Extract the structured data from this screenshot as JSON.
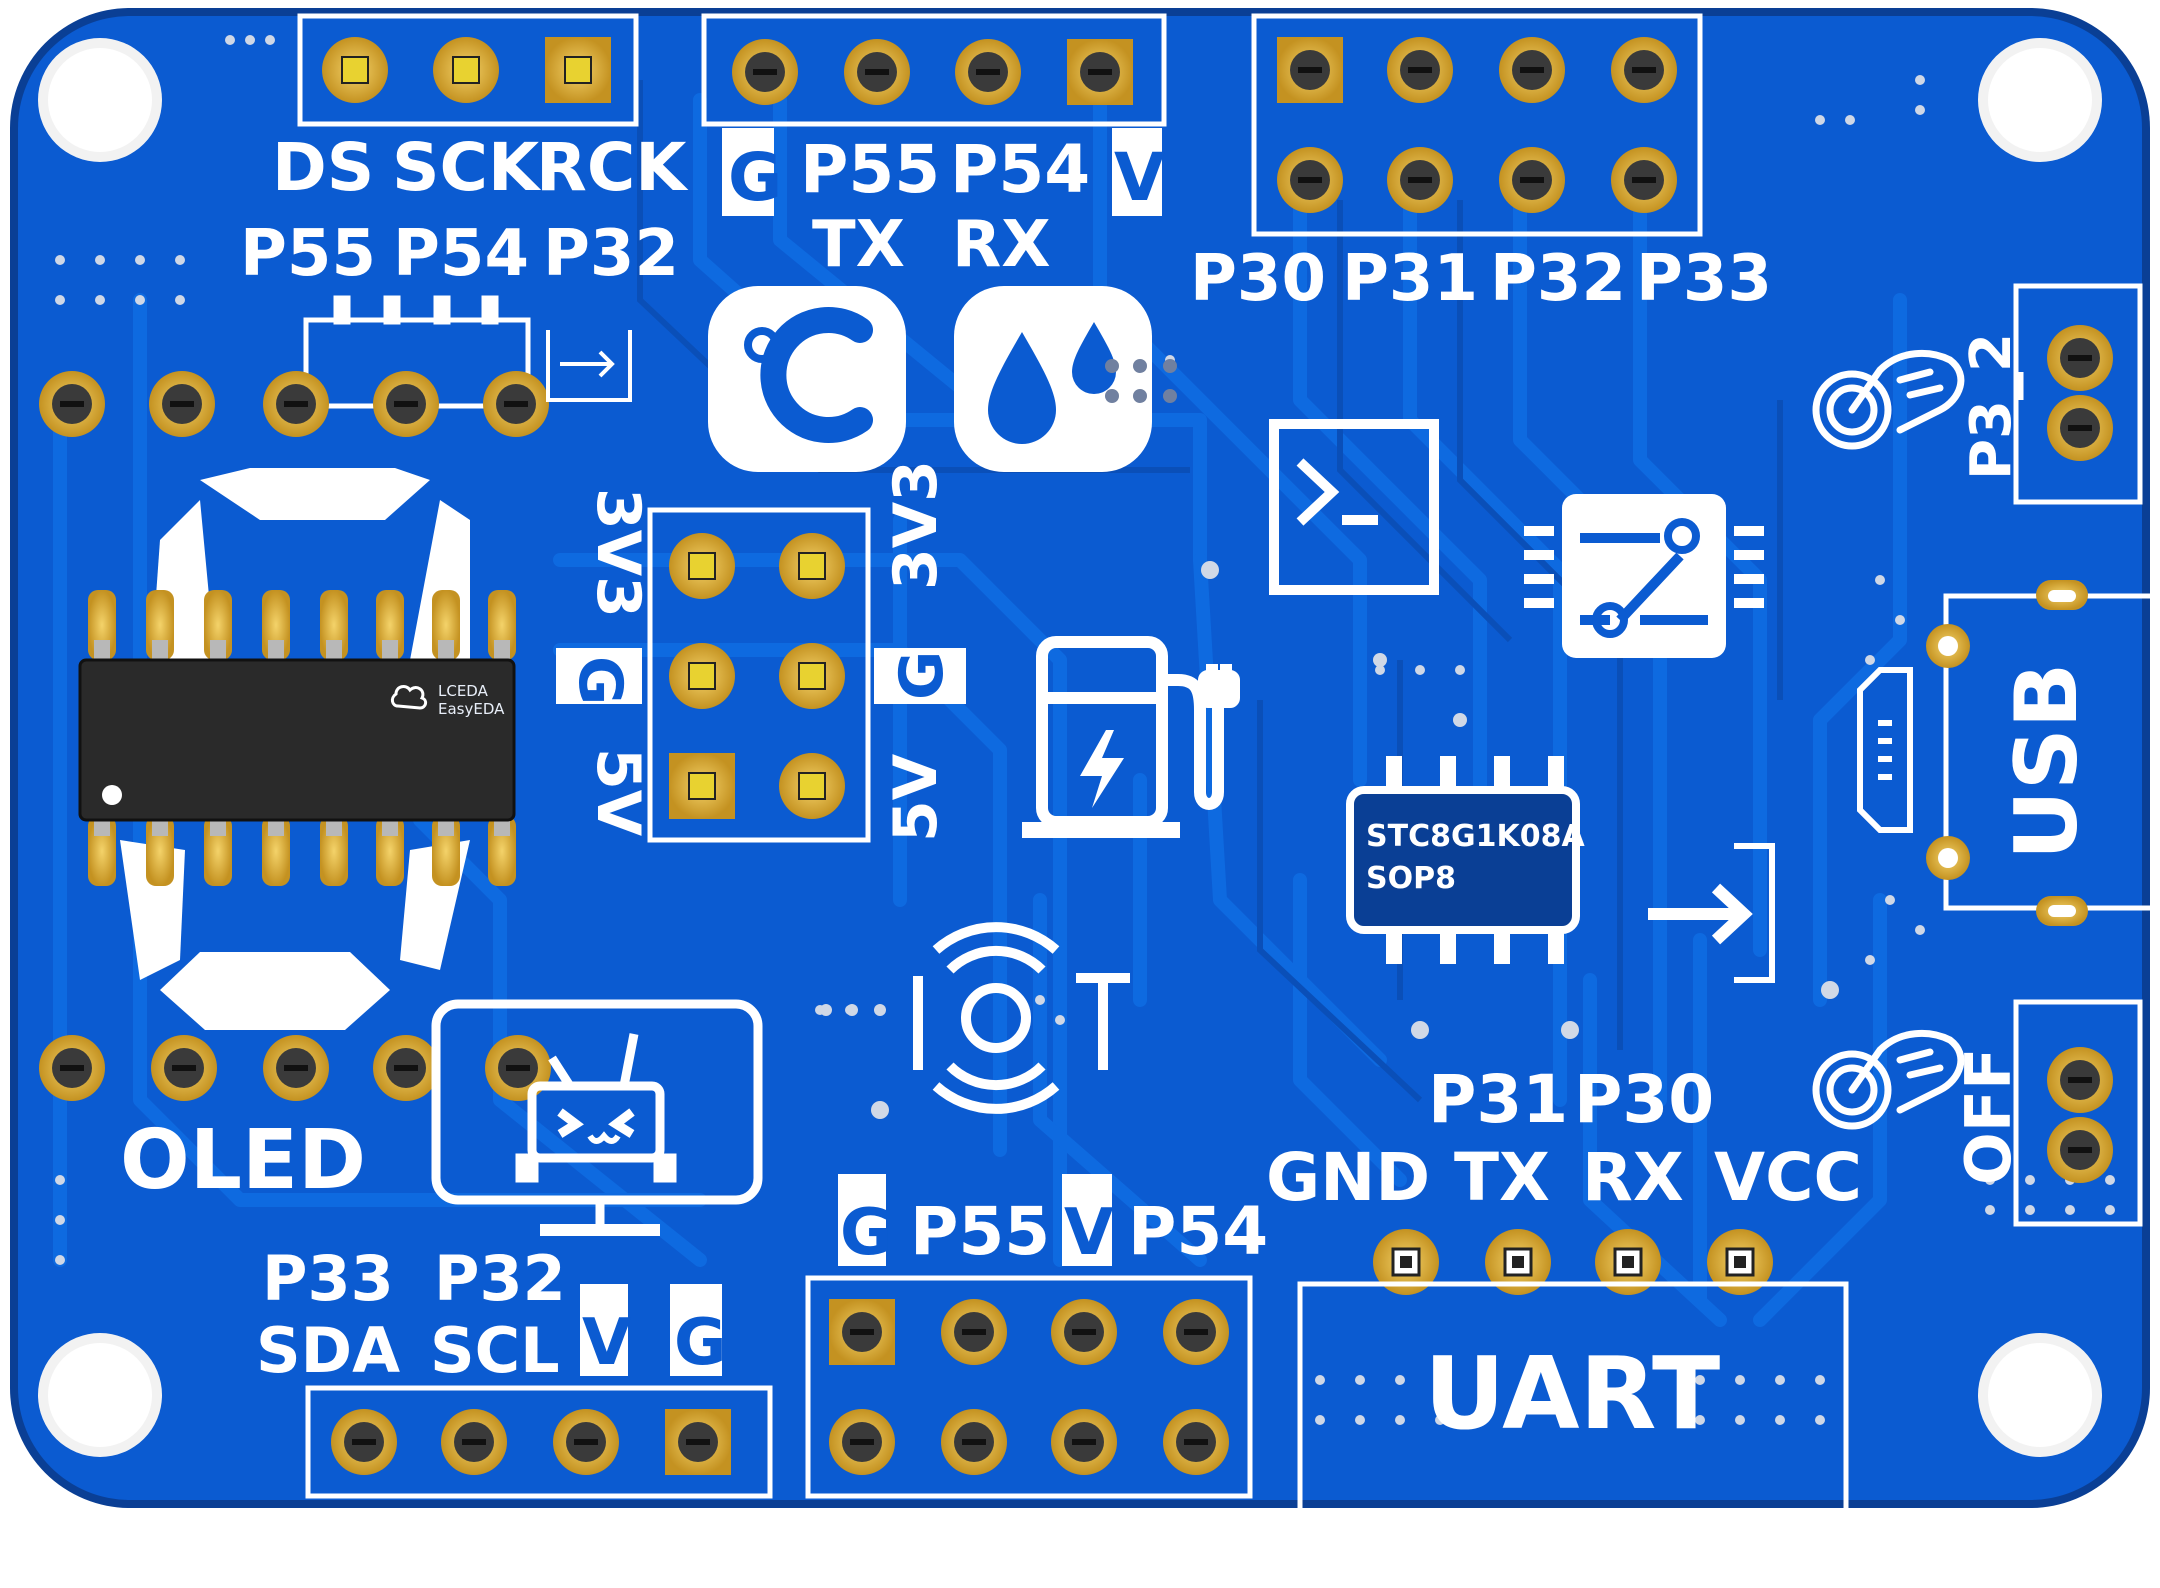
{
  "board": {
    "colors": {
      "pcb": "#0b5bd1",
      "pcb_dark": "#0a3f95",
      "trace": "#0e6ae0",
      "silk": "#ffffff",
      "gold": "#d9a928",
      "pad_yellow": "#e8d230",
      "chip": "#2a2a2a"
    },
    "labels": {
      "ds": "DS",
      "sck": "SCK",
      "rck": "RCK",
      "top_p55": "P55",
      "top_p54": "P54",
      "top_p32": "P32",
      "uart_g": "G",
      "uart_p55": "P55",
      "uart_p54": "P54",
      "uart_v": "V",
      "tx": "TX",
      "rx": "RX",
      "p30": "P30",
      "p31": "P31",
      "p32": "P32",
      "p33": "P33",
      "p3_2": "P3_2",
      "usb": "USB",
      "off": "OFF",
      "oled": "OLED",
      "left_3v3": "3V3",
      "left_g": "G",
      "left_5v": "5V",
      "right_3v3": "3V3",
      "right_g": "G",
      "right_5v": "5V",
      "chip_line1": "STC8G1K08A",
      "chip_line2": "SOP8",
      "lceda_1": "LCEDA",
      "lceda_2": "EasyEDA",
      "i2c_p33": "P33",
      "i2c_p32": "P32",
      "sda": "SDA",
      "scl": "SCL",
      "i2c_v": "V",
      "i2c_g": "G",
      "bot_g": "G",
      "bot_p55": "P55",
      "bot_v": "V",
      "bot_p54": "P54",
      "uart2_p31": "P31",
      "uart2_p30": "P30",
      "gnd": "GND",
      "uart2_tx": "TX",
      "uart2_rx": "RX",
      "vcc": "VCC",
      "uart_big": "UART"
    },
    "icons": [
      "thermometer-celsius-icon",
      "humidity-drops-icon",
      "terminal-icon",
      "switch-chip-icon",
      "charging-station-icon",
      "iot-icon",
      "tv-icon",
      "touch-icon",
      "arrow-right-icon",
      "seven-segment-icon"
    ]
  }
}
